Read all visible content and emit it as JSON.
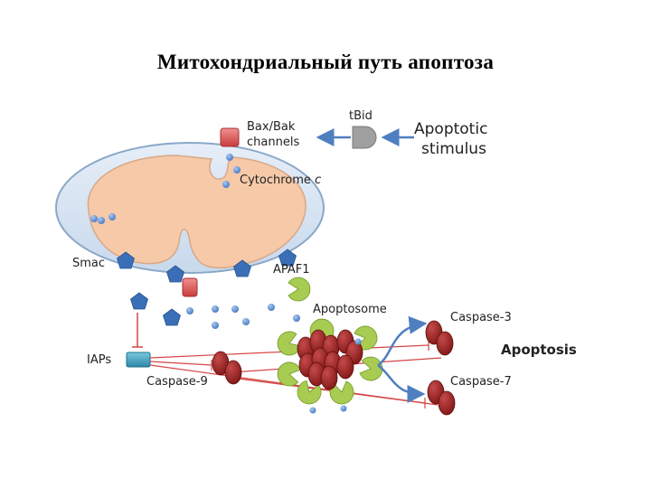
{
  "slide": {
    "title": "Митохондриальный  путь  апоптоза"
  },
  "diagram": {
    "labels": {
      "bax_bak_line1": "Bax/Bak",
      "bax_bak_line2": "channels",
      "tbid": "tBid",
      "apoptotic_line1": "Apoptotic",
      "apoptotic_line2": "stimulus",
      "cytochrome": "Cytochrome",
      "cytochrome_c": "c",
      "smac": "Smac",
      "apaf1": "APAF1",
      "apoptosome": "Apoptosome",
      "caspase3": "Caspase-3",
      "caspase7": "Caspase-7",
      "caspase9": "Caspase-9",
      "iaps": "IAPs",
      "apoptosis": "Apoptosis"
    },
    "colors": {
      "outer_membrane": "#d6e4f2",
      "outer_membrane_stroke": "#8aa8c8",
      "matrix": "#f6c9a8",
      "matrix_stroke": "#d8a888",
      "arrow_blue": "#4f7fc0",
      "inhibit_red": "#d64545",
      "caspase_red": "#9b2222",
      "apaf1_green": "#a8cc52",
      "smac_blue": "#3a6fb8",
      "cytochrome_dot": "#5b8fd4",
      "iap_teal": "#3d9ab8",
      "channel_red": "#e06464"
    }
  }
}
